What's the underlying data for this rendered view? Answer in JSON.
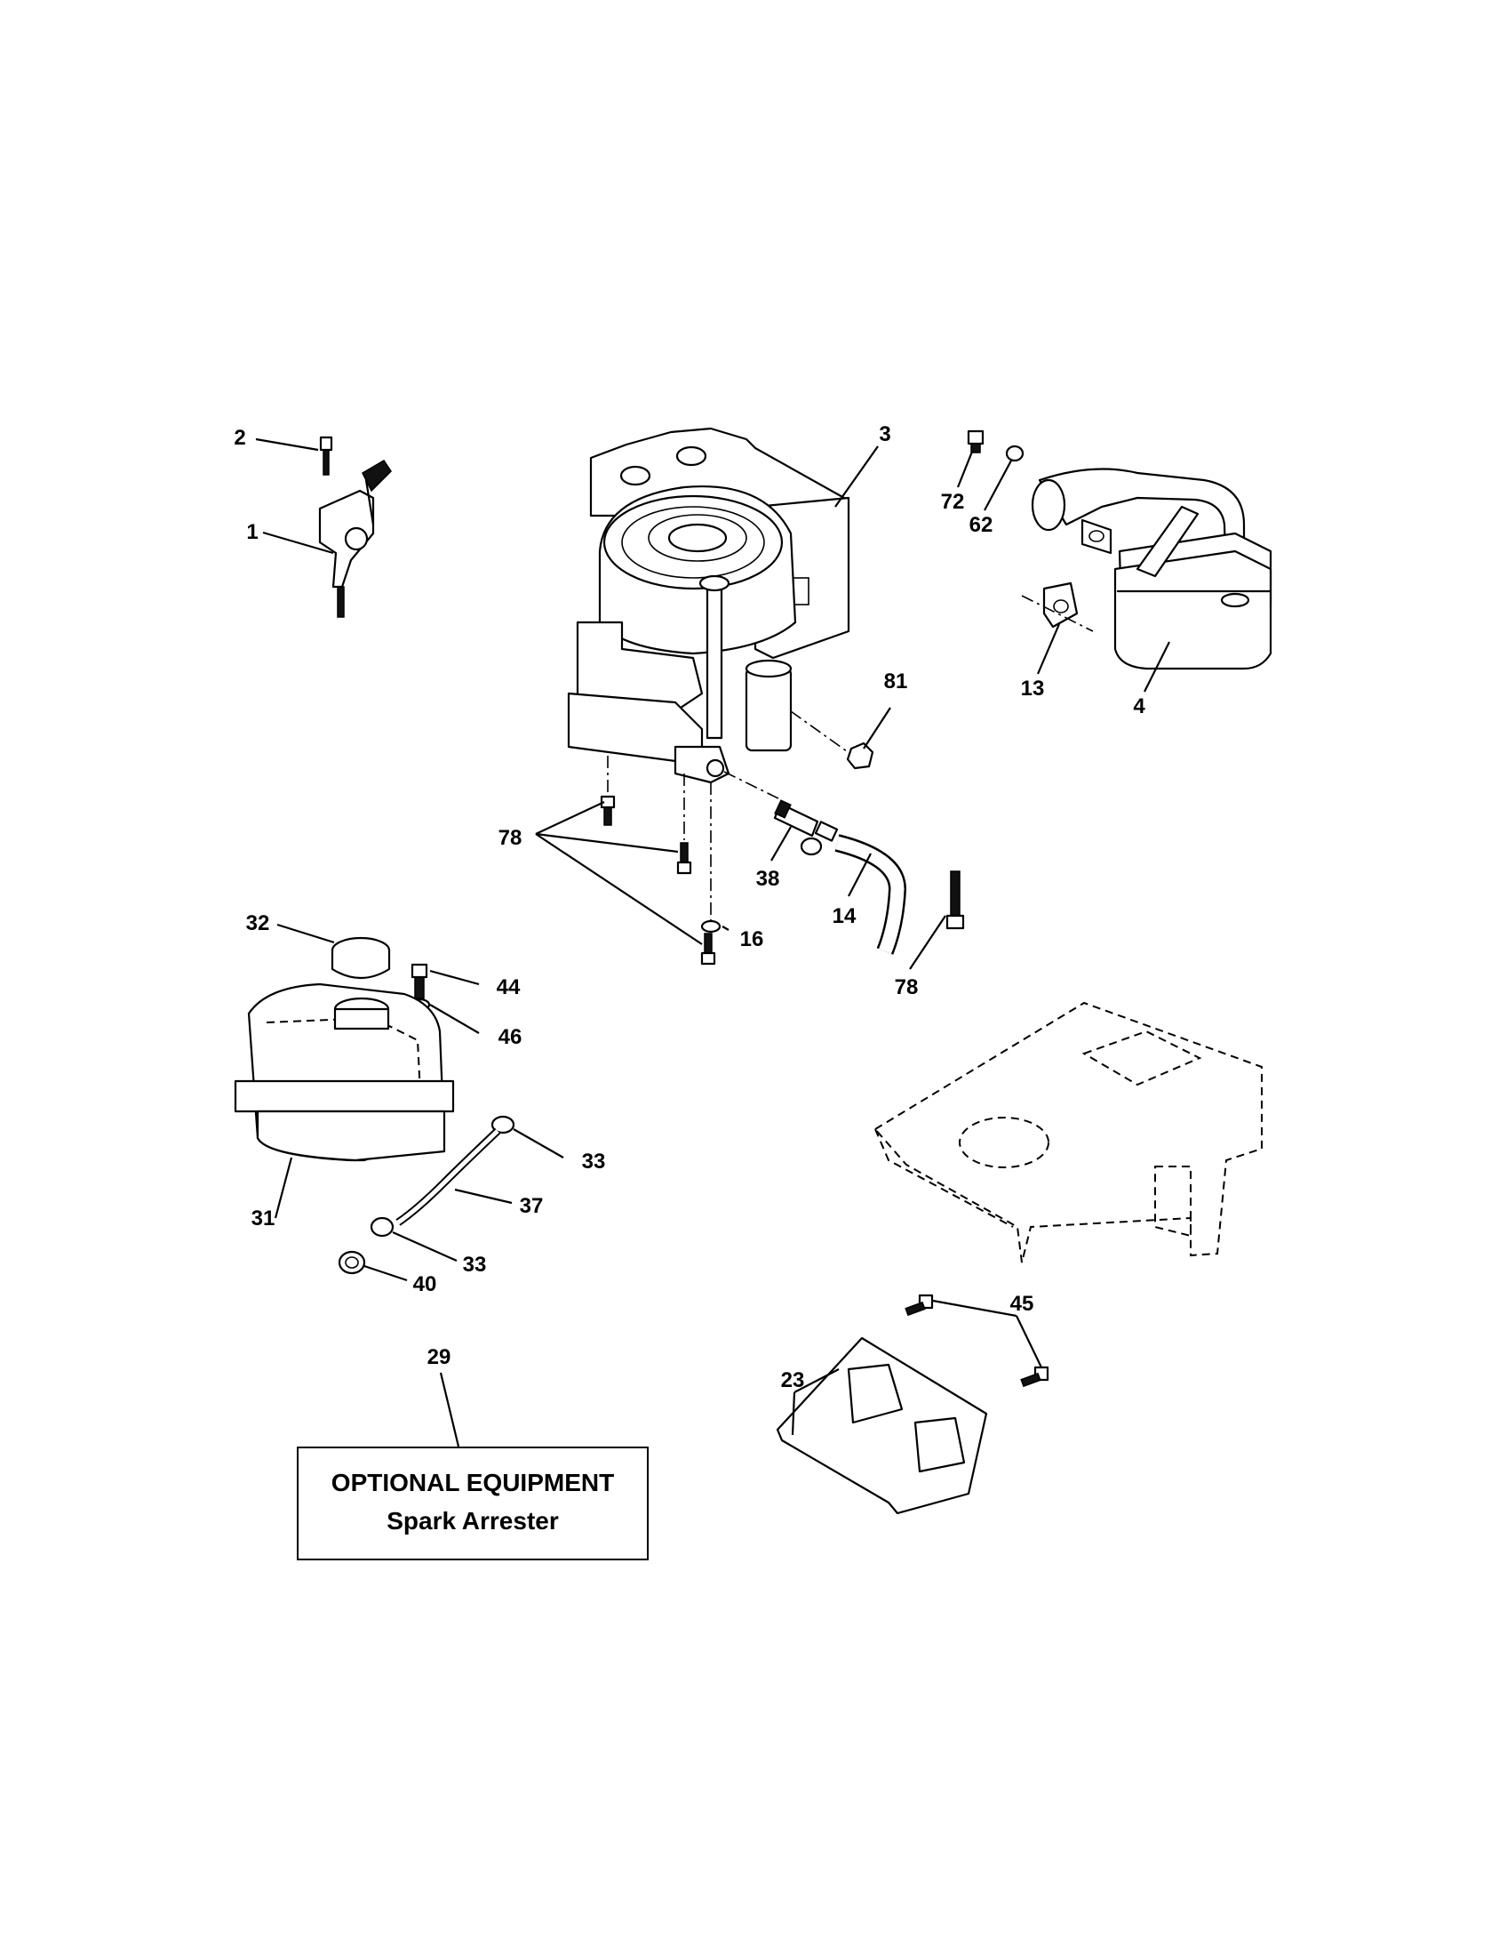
{
  "labels": {
    "p1": "1",
    "p2": "2",
    "p3": "3",
    "p4": "4",
    "p13": "13",
    "p14": "14",
    "p16": "16",
    "p23": "23",
    "p29": "29",
    "p31": "31",
    "p32": "32",
    "p33a": "33",
    "p33b": "33",
    "p37": "37",
    "p38": "38",
    "p40": "40",
    "p44": "44",
    "p45": "45",
    "p46": "46",
    "p62": "62",
    "p72": "72",
    "p78a": "78",
    "p78b": "78",
    "p81": "81"
  },
  "optional_box": {
    "title": "OPTIONAL EQUIPMENT",
    "subtitle": "Spark Arrester"
  }
}
